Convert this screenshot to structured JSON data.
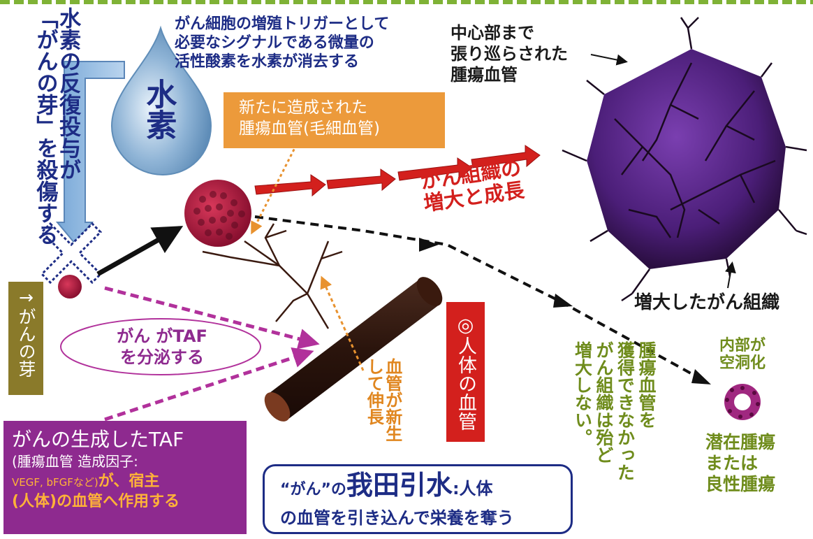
{
  "left_vertical": {
    "line1": "水素の反復投与が",
    "line2": "「がんの芽」を殺傷する"
  },
  "drop_label": "水素",
  "top_note": {
    "line1": "がん細胞の増殖トリガーとして",
    "line2": "必要なシグナルである微量の",
    "line3": "活性酸素を水素が消去する"
  },
  "new_vessel_box": {
    "line1": "新たに造成された",
    "line2": "腫瘍血管(毛細血管)"
  },
  "growth_label": {
    "line1": "がん組織の",
    "line2": "増大と成長"
  },
  "center_vessel_label": {
    "line1": "中心部まで",
    "line2": "張り巡らされた",
    "line3": "腫瘍血管"
  },
  "enlarged_label": "増大したがん組織",
  "bud_box": "→がんの芽",
  "taf_ellipse": {
    "line1": "がん がTAF",
    "line2": "を分泌する"
  },
  "body_vessel_box": "◎人体の血管",
  "vessel_grow_label": {
    "col1": "血管が新生",
    "col2": "して伸長"
  },
  "hollow_label": {
    "line1": "内部が",
    "line2": "空洞化"
  },
  "latent_label": {
    "line1": "潜在腫瘍",
    "line2": "または",
    "line3": "良性腫瘍"
  },
  "failed_vertical": {
    "col1": "腫瘍血管を",
    "col2": "獲得できなかった",
    "col3": "がん組織は殆ど",
    "col4": "増大しない。"
  },
  "taf_box": {
    "line1": "がんの生成したTAF",
    "line2": "(腫瘍血管 造成因子:",
    "line3a": "VEGF, bFGFなど)",
    "line3b": "が、宿主",
    "line4": "(人体)の血管へ作用する"
  },
  "bottom_box": {
    "quote": "“がん”の",
    "big": "我田引水",
    "tail": ":人体",
    "line2": "の血管を引き込んで栄養を奪う"
  },
  "colors": {
    "blue": "#1d2c85",
    "red": "#d3201d",
    "orange": "#e8922f",
    "purple_box": "#8e2a8f",
    "magenta": "#b1319b",
    "olive": "#8a7a2a",
    "green_text": "#6f8c1c",
    "tumor": "#4a1a6a"
  }
}
